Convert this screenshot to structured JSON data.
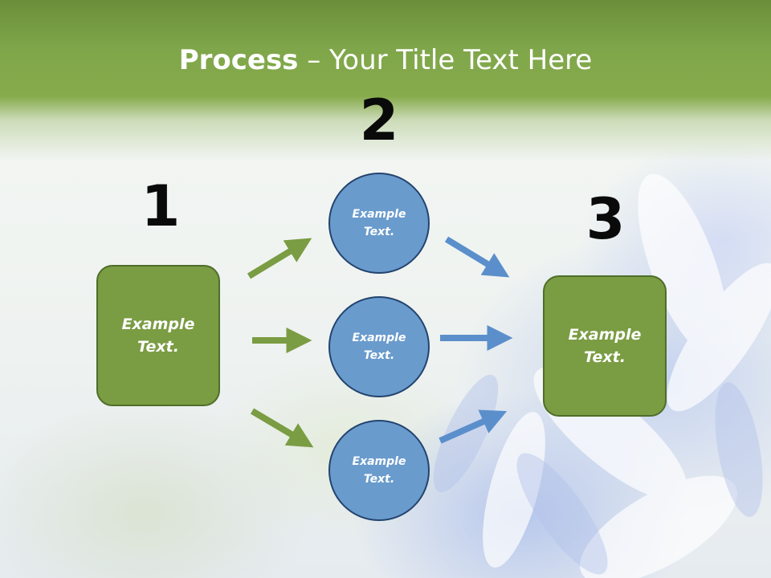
{
  "title": {
    "bold": "Process",
    "rest": " – Your Title Text Here"
  },
  "steps": {
    "one": "1",
    "two": "2",
    "three": "3"
  },
  "left_box": {
    "text": "Example Text."
  },
  "circles": [
    {
      "text": "Example Text."
    },
    {
      "text": "Example Text."
    },
    {
      "text": "Example Text."
    }
  ],
  "right_box": {
    "text": "Example Text."
  },
  "colors": {
    "header_green": "#7fa64a",
    "box_green": "#7a9c43",
    "circle_blue": "#6a9bcd",
    "arrow_green": "#7a9c43",
    "arrow_blue": "#5b8fcb"
  }
}
